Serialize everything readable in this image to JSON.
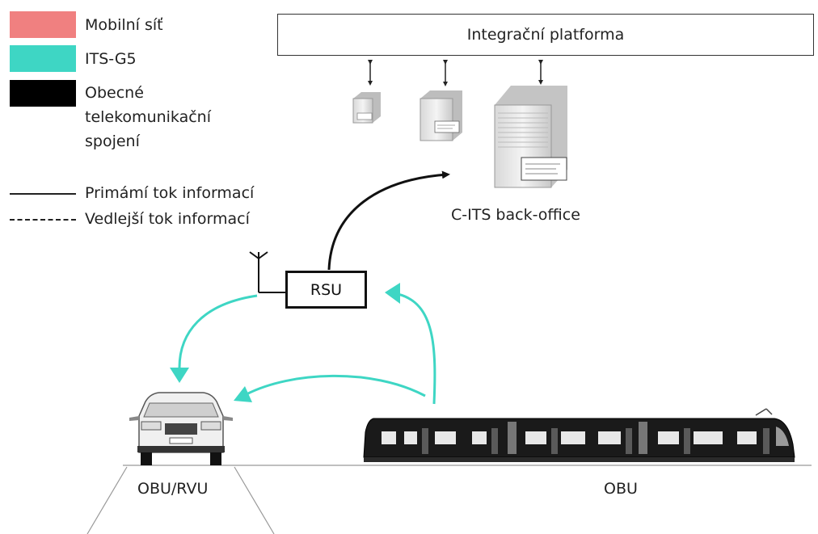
{
  "legend": {
    "mobile": "Mobilní síť",
    "its": "ITS-G5",
    "general": "Obecné telekomunikační spojení",
    "primary": "Primámí tok informací",
    "secondary": "Vedlejší tok informací"
  },
  "platform": {
    "label": "Integrační platforma"
  },
  "backoffice": {
    "label": "C-ITS back-office"
  },
  "rsu": {
    "label": "RSU"
  },
  "car": {
    "label": "OBU/RVU"
  },
  "tram": {
    "label": "OBU"
  },
  "colors": {
    "mobile": "#f08080",
    "its": "#3ed6c4",
    "general": "#000000"
  }
}
